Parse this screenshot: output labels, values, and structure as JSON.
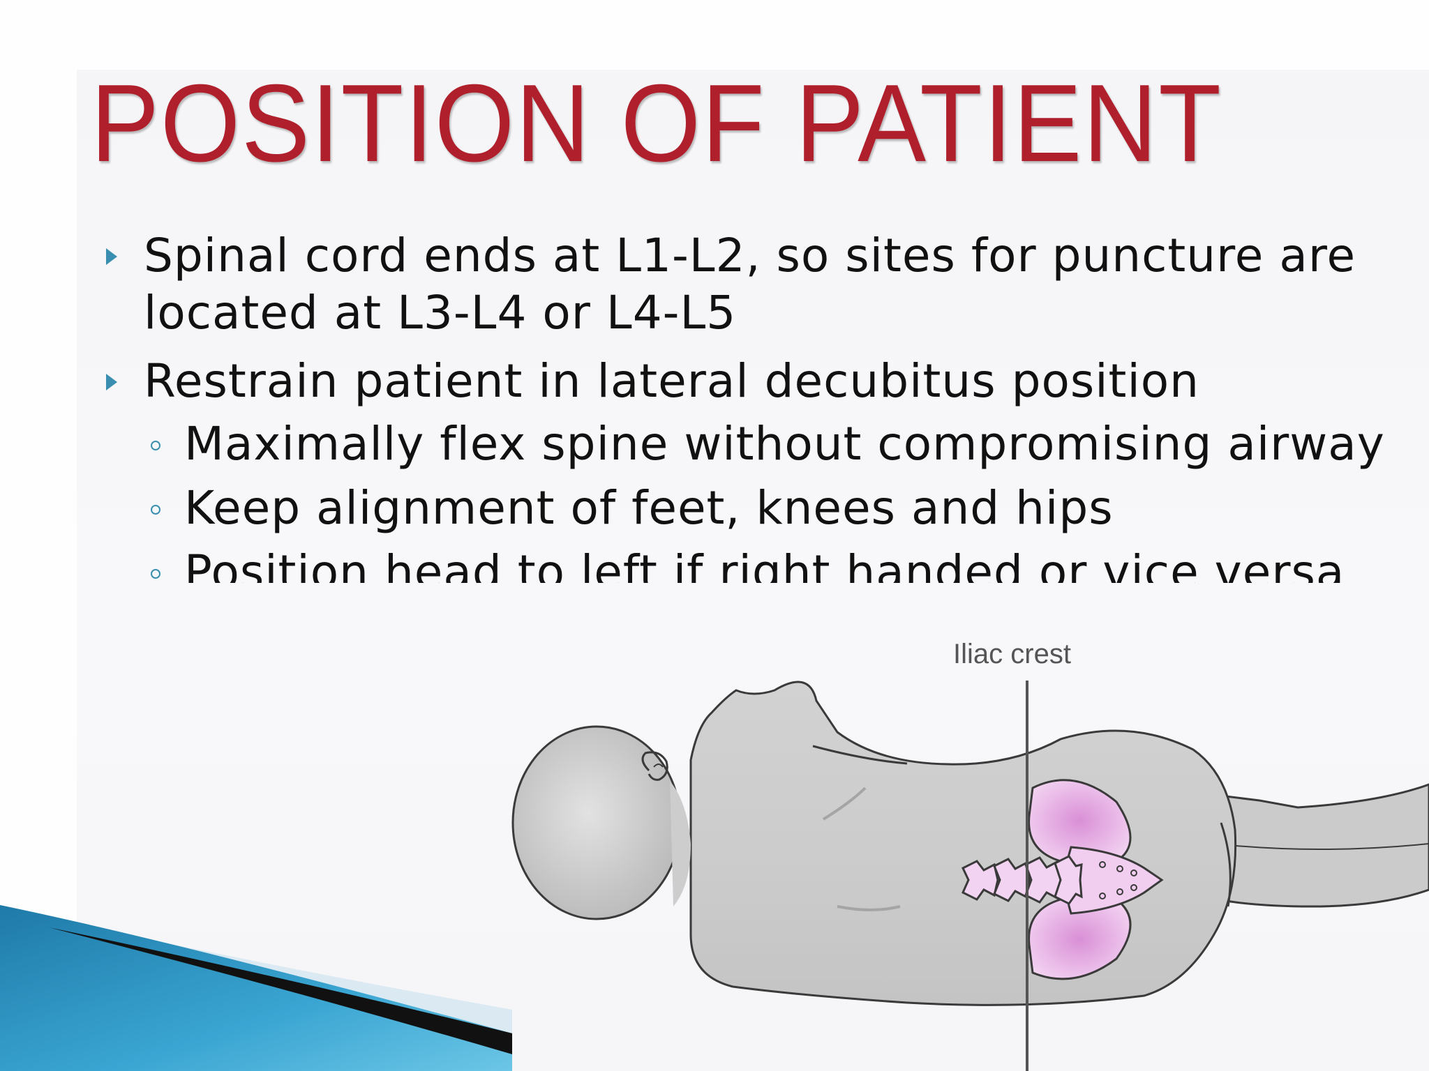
{
  "slide": {
    "title": "POSITION OF PATIENT",
    "bullets": [
      {
        "text": "Spinal cord ends at L1-L2, so sites for puncture are located at L3-L4 or L4-L5",
        "icon": "triangle-bullet-icon"
      },
      {
        "text": "Restrain patient in lateral decubitus position",
        "icon": "triangle-bullet-icon",
        "sub_items": [
          "Maximally flex spine without compromising airway",
          "Keep alignment of feet, knees and hips",
          "Position head to left if right handed or vice versa"
        ]
      }
    ]
  },
  "figure": {
    "label": "Iliac crest"
  },
  "colors": {
    "title": "#b0202c",
    "bullet_marker": "#3a8fb0",
    "body_fill": "#cfcfcf",
    "pelvis_fill": "#e9b6e6",
    "corner_blue": "#2f8fbf"
  }
}
